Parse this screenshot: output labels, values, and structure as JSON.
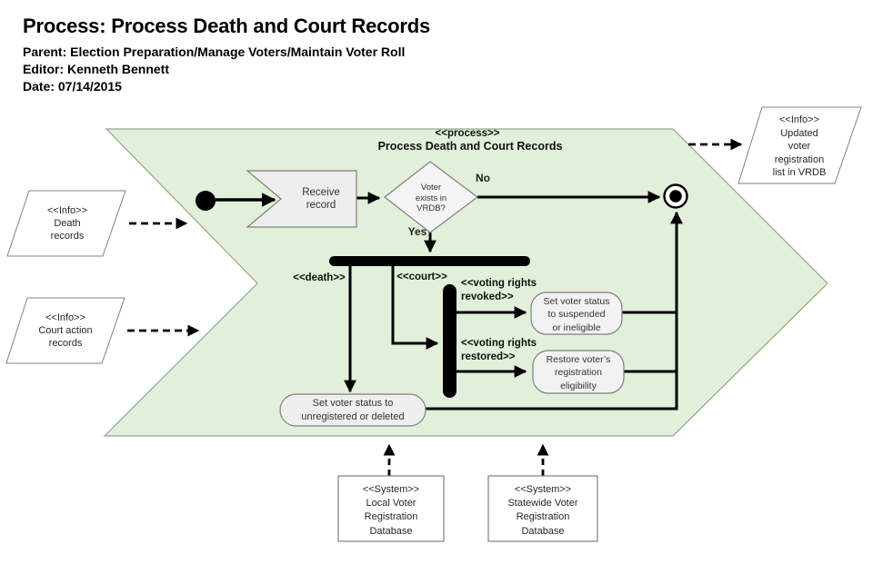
{
  "doc_header": {
    "title": "Process: Process Death and Court Records",
    "parent": "Parent: Election Preparation/Manage Voters/Maintain Voter Roll",
    "editor": "Editor: Kenneth Bennett",
    "date": "Date: 07/14/2015"
  },
  "process_shape": {
    "stereotype": "<<process>>",
    "title": "Process Death and Court Records"
  },
  "external": {
    "death_records": {
      "lines": [
        "<<Info>>",
        "Death",
        "records"
      ]
    },
    "court_records": {
      "lines": [
        "<<Info>>",
        "Court action",
        "records"
      ]
    },
    "updated_list": {
      "lines": [
        "<<Info>>",
        "Updated",
        "voter",
        "registration",
        "list in VRDB"
      ]
    }
  },
  "flow": {
    "receive": {
      "lines": [
        "Receive",
        "record"
      ]
    },
    "decision": {
      "lines": [
        "Voter",
        "exists in",
        "VRDB?"
      ]
    },
    "decision_no": "No",
    "decision_yes": "Yes",
    "branch_death": "<<death>>",
    "branch_court": "<<court>>",
    "revoked": {
      "lines": [
        "<<voting rights",
        "revoked>>"
      ]
    },
    "restored": {
      "lines": [
        "<<voting rights",
        "restored>>"
      ]
    },
    "action_suspend": {
      "lines": [
        "Set voter status",
        "to suspended",
        "or ineligible"
      ]
    },
    "action_restore": {
      "lines": [
        "Restore voter’s",
        "registration",
        "eligibility"
      ]
    },
    "action_unregister": {
      "lines": [
        "Set voter status to",
        "unregistered or deleted"
      ]
    }
  },
  "systems": {
    "local": {
      "lines": [
        "<<System>>",
        "Local Voter",
        "Registration",
        "Database"
      ]
    },
    "statewide": {
      "lines": [
        "<<System>>",
        "Statewide Voter",
        "Registration",
        "Database"
      ]
    }
  },
  "colors": {
    "process_fill": "#e2efda",
    "process_border": "#94a788",
    "node_fill": "#eeeeee",
    "action_fill": "#f2f2f2",
    "node_border": "#7f7f7f",
    "line": "#000000",
    "background": "#ffffff"
  }
}
